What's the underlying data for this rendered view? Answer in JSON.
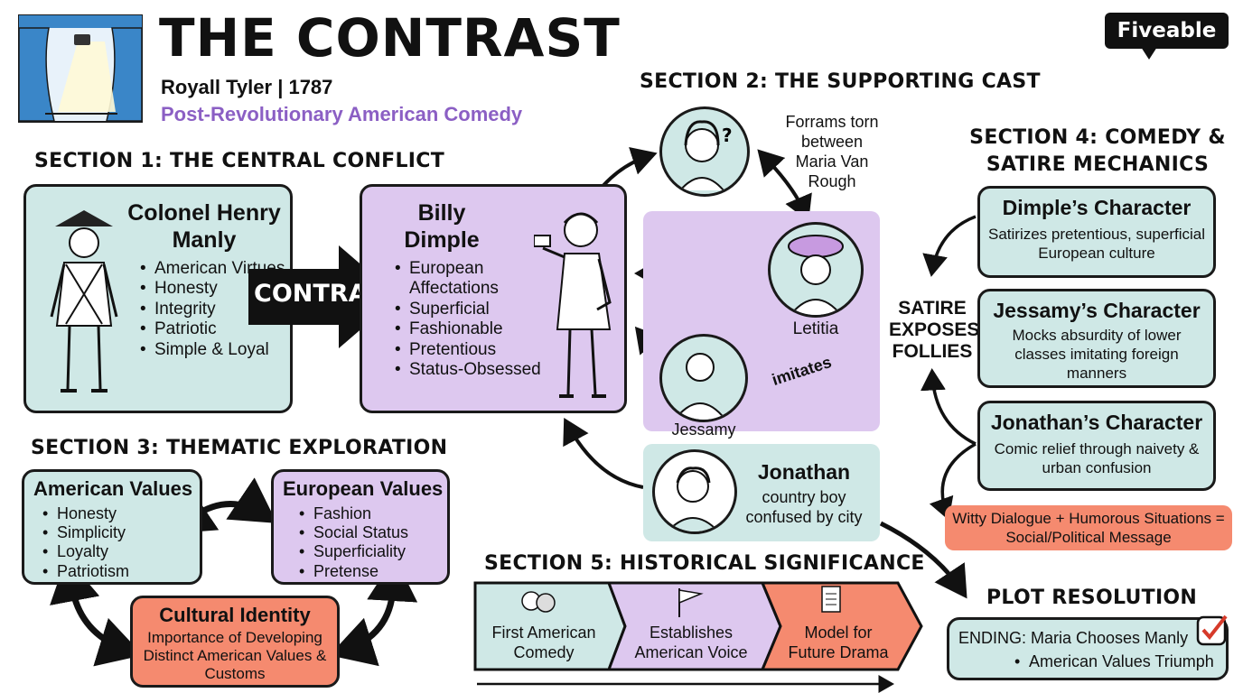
{
  "header": {
    "title": "THE CONTRAST",
    "subtitle": "Royall Tyler | 1787",
    "tagline": "Post-Revolutionary American Comedy",
    "logo": "Fiveable",
    "accent": "#8b5fc4"
  },
  "colors": {
    "teal": "#cfe8e6",
    "lavender": "#ddc8ef",
    "coral": "#f58a6f"
  },
  "section1": {
    "heading": "SECTION 1: THE CENTRAL CONFLICT",
    "manly": {
      "name": "Colonel Henry Manly",
      "traits": [
        "American Virtues",
        "Honesty",
        "Integrity",
        "Patriotic",
        "Simple & Loyal"
      ]
    },
    "arrow_label": "CONTRAST",
    "dimple": {
      "name": "Billy Dimple",
      "traits": [
        "European Affectations",
        "Superficial",
        "Fashionable",
        "Pretentious",
        "Status-Obsessed"
      ]
    }
  },
  "section2": {
    "heading": "SECTION 2: THE SUPPORTING CAST",
    "forrams_note": "Forrams torn between Maria Van Rough",
    "letitia": "Letitia",
    "jessamy": "Jessamy",
    "imitates": "imitates",
    "jonathan": {
      "name": "Jonathan",
      "desc": "country boy confused by city"
    }
  },
  "section3": {
    "heading": "SECTION 3: THEMATIC EXPLORATION",
    "american": {
      "title": "American Values",
      "items": [
        "Honesty",
        "Simplicity",
        "Loyalty",
        "Patriotism"
      ]
    },
    "european": {
      "title": "European Values",
      "items": [
        "Fashion",
        "Social Status",
        "Superficiality",
        "Pretense"
      ]
    },
    "identity": {
      "title": "Cultural Identity",
      "desc": "Importance of Developing Distinct American Values & Customs"
    }
  },
  "section4": {
    "heading": "SECTION 4: COMEDY & SATIRE MECHANICS",
    "satire": "SATIRE EXPOSES FOLLIES",
    "cards": [
      {
        "title": "Dimple’s Character",
        "desc": "Satirizes pretentious, superficial European culture"
      },
      {
        "title": "Jessamy’s Character",
        "desc": "Mocks absurdity of lower classes imitating foreign manners"
      },
      {
        "title": "Jonathan’s Character",
        "desc": "Comic relief through naivety & urban confusion"
      }
    ],
    "message": "Witty Dialogue + Humorous Situations = Social/Political Message"
  },
  "section5": {
    "heading": "SECTION 5: HISTORICAL SIGNIFICANCE",
    "steps": [
      {
        "label": "First American Comedy",
        "icon": "theater-masks-icon"
      },
      {
        "label": "Establishes American Voice",
        "icon": "flag-icon"
      },
      {
        "label": "Model for Future Drama",
        "icon": "script-icon"
      }
    ]
  },
  "resolution": {
    "heading": "PLOT RESOLUTION",
    "ending": "ENDING: Maria Chooses Manly",
    "result": "American Values Triumph"
  }
}
